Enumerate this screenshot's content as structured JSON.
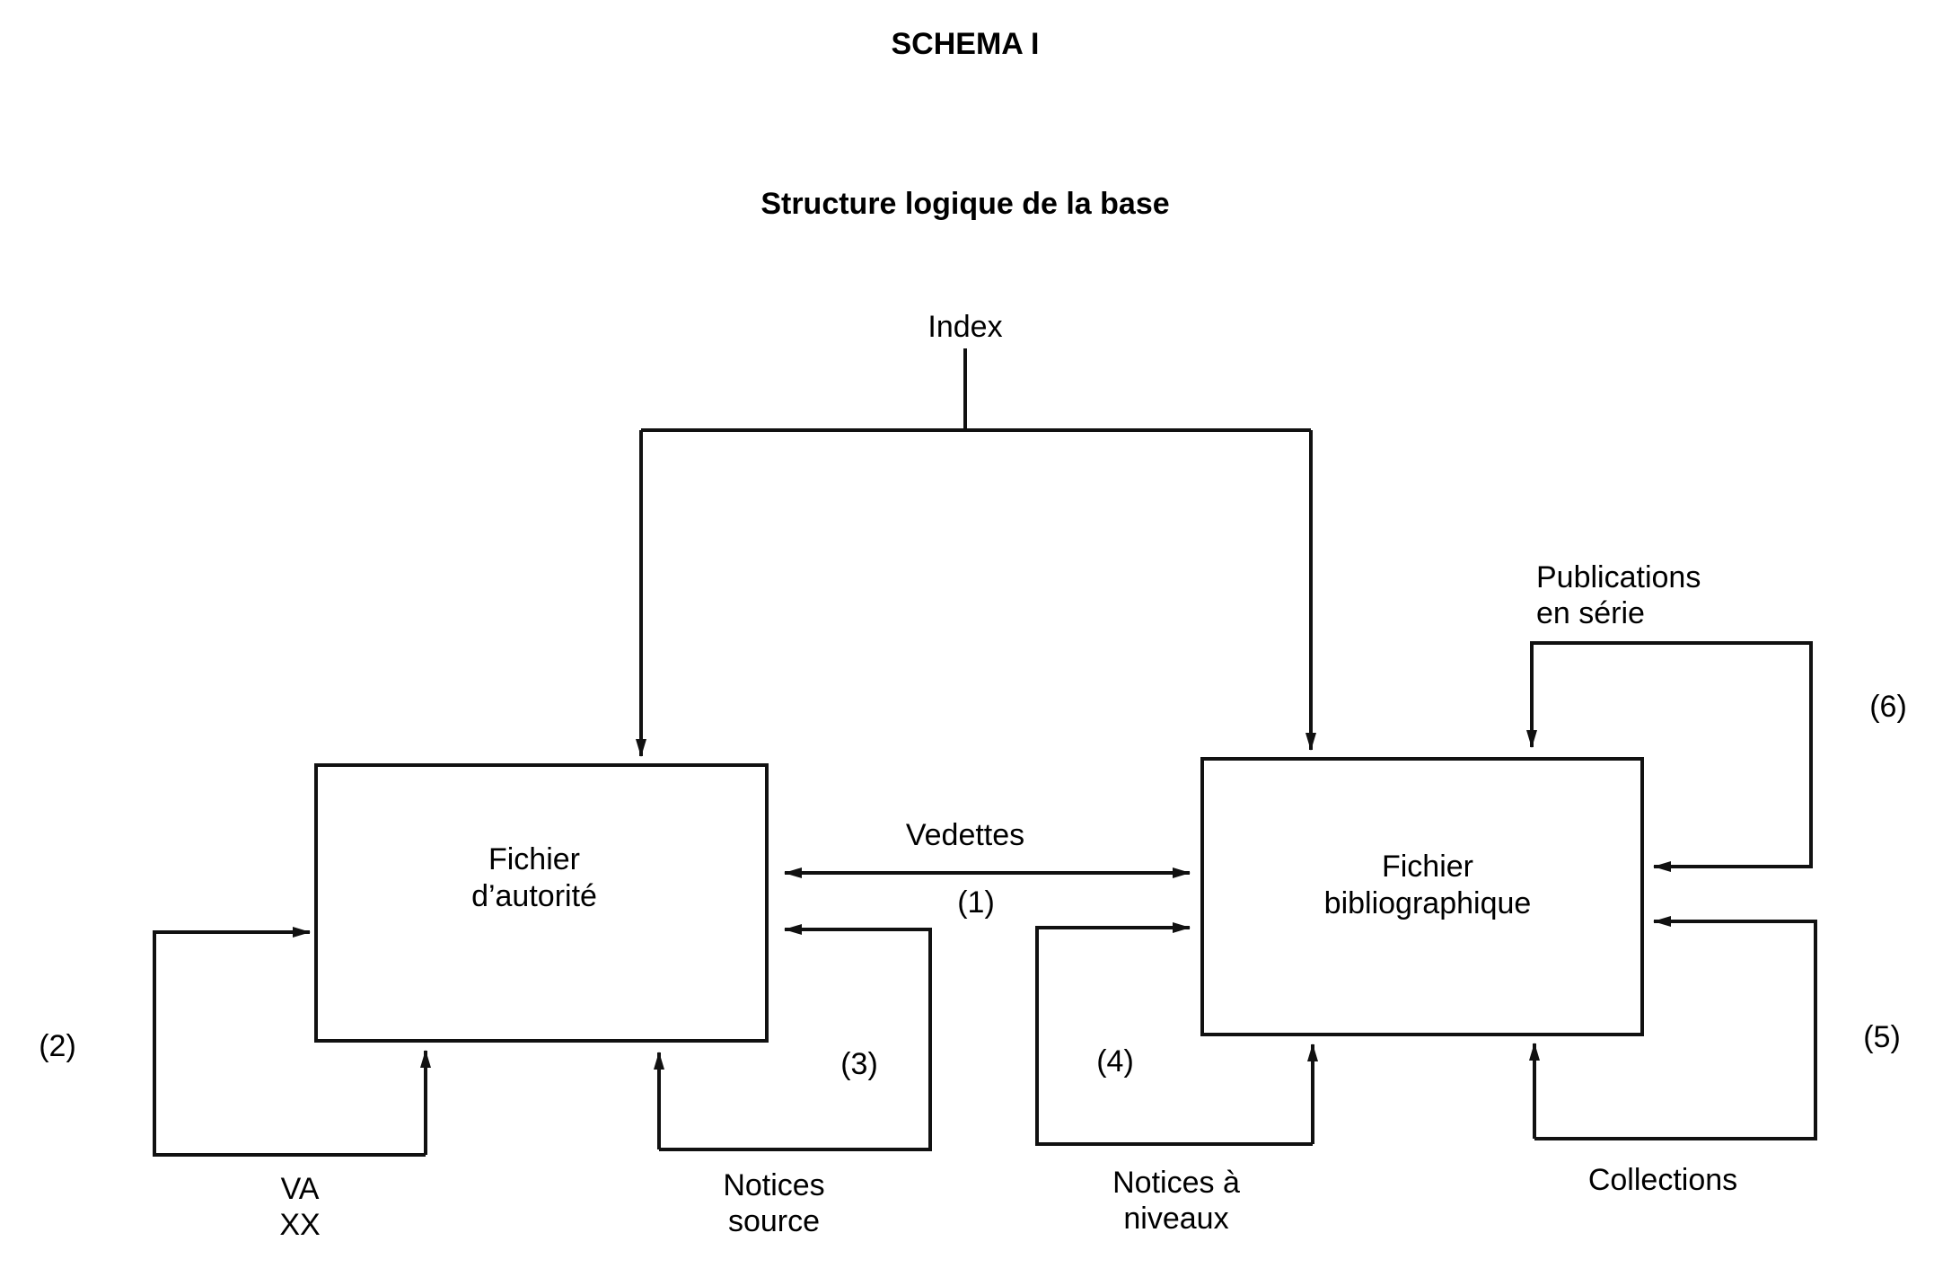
{
  "diagram": {
    "title": "SCHEMA I",
    "subtitle": "Structure logique de la base",
    "index_label": "Index",
    "box_authority": {
      "line1": "Fichier",
      "line2": "d’autorité"
    },
    "box_biblio": {
      "line1": "Fichier",
      "line2": "bibliographique"
    },
    "vedettes": {
      "label": "Vedettes",
      "number": "(1)"
    },
    "loop_2": {
      "number": "(2)",
      "line1": "VA",
      "line2": "XX"
    },
    "loop_3": {
      "number": "(3)",
      "line1": "Notices",
      "line2": "source"
    },
    "loop_4": {
      "number": "(4)",
      "line1": "Notices à",
      "line2": "niveaux"
    },
    "loop_5": {
      "number": "(5)",
      "label": "Collections"
    },
    "loop_6": {
      "number": "(6)",
      "line1": "Publications",
      "line2": "en série"
    }
  }
}
